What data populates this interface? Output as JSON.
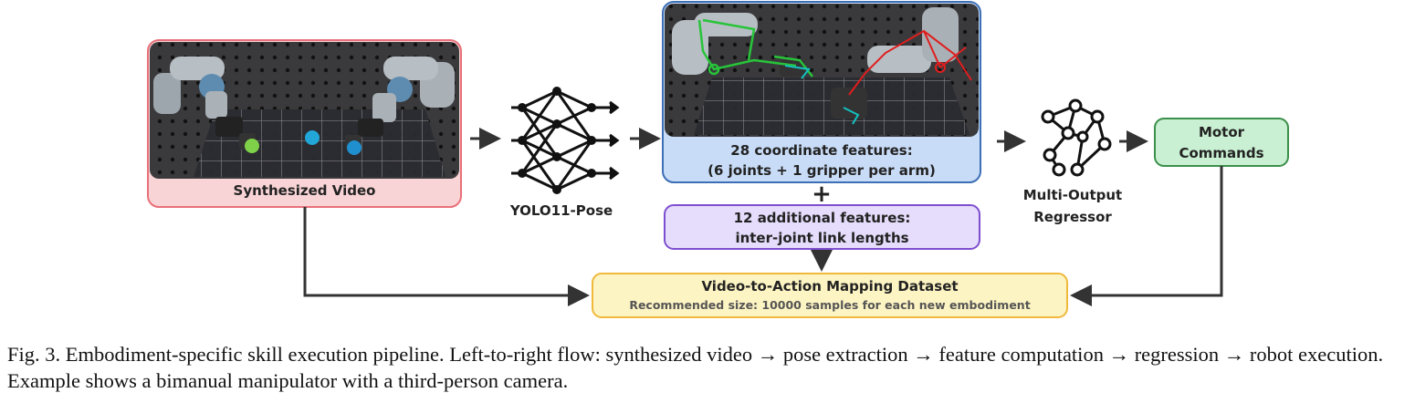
{
  "synth_video": {
    "label": "Synthesized Video"
  },
  "yolo": {
    "label": "YOLO11-Pose"
  },
  "coord_features": {
    "line1": "28 coordinate features:",
    "line2": "(6 joints + 1 gripper per arm)"
  },
  "additional_features": {
    "line1": "12 additional features:",
    "line2": "inter-joint link lengths"
  },
  "regressor": {
    "line1": "Multi-Output",
    "line2": "Regressor"
  },
  "motor": {
    "line1": "Motor",
    "line2": "Commands"
  },
  "dataset": {
    "title": "Video-to-Action Mapping Dataset",
    "subtitle": "Recommended size: 10000 samples for each new embodiment"
  },
  "plus_symbol": "+",
  "caption": "Fig. 3. Embodiment-specific skill execution pipeline. Left-to-right flow: synthesized video → pose extraction → feature computation → regression → robot execution. Example shows a bimanual manipulator with a third-person camera.",
  "colors": {
    "synth_border": "#e8707a",
    "synth_fill": "#f9d4d6",
    "coord_border": "#3c6fb6",
    "coord_fill": "#c9dcf7",
    "additional_border": "#7e4fd0",
    "additional_fill": "#e6dcfb",
    "motor_border": "#3b8f4a",
    "motor_fill": "#c9f0d2",
    "dataset_border": "#f0b93c",
    "dataset_fill": "#fdf4c3",
    "arrow": "#333333"
  }
}
